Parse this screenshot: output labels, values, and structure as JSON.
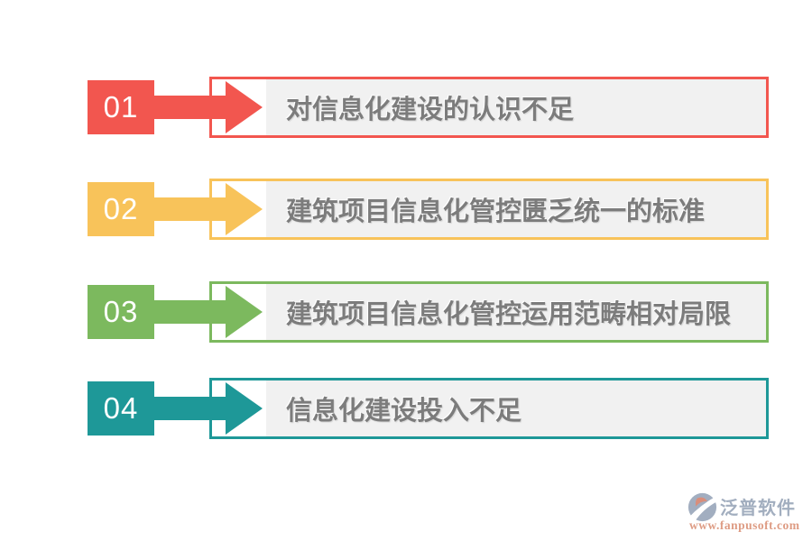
{
  "rows": [
    {
      "number": "01",
      "label": "对信息化建设的认识不足",
      "color": "#F2564F"
    },
    {
      "number": "02",
      "label": "建筑项目信息化管控匮乏统一的标准",
      "color": "#F8C35A"
    },
    {
      "number": "03",
      "label": "建筑项目信息化管控运用范畴相对局限",
      "color": "#7CB95E"
    },
    {
      "number": "04",
      "label": "信息化建设投入不足",
      "color": "#1E9898"
    }
  ],
  "footer": {
    "brand": "泛普软件",
    "url": "www.fanpusoft.com",
    "brand_color": "#A2AEBF",
    "url_color": "#DE9C84"
  },
  "colors": {
    "background": "#FFFFFF",
    "banner_fill": "#F1F1F1",
    "label_text": "#7C7C7C",
    "number_text": "#FFFFFF"
  }
}
